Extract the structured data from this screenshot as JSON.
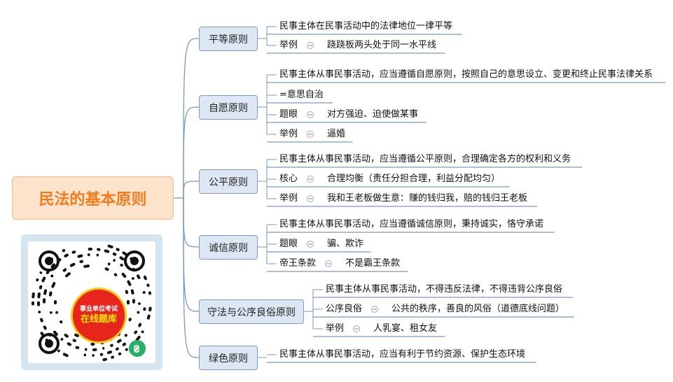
{
  "root": {
    "title": "民法的基本原则"
  },
  "branches": [
    {
      "topic": "平等原则",
      "items": [
        {
          "text": "民事主体在民事活动中的法律地位一律平等"
        },
        {
          "label": "举例",
          "text": "跷跷板两头处于同一水平线"
        }
      ]
    },
    {
      "topic": "自愿原则",
      "items": [
        {
          "text": "民事主体从事民事活动，应当遵循自愿原则，按照自己的意思设立、变更和终止民事法律关系"
        },
        {
          "text": "=意思自治"
        },
        {
          "label": "题眼",
          "text": "对方强迫、迫使做某事"
        },
        {
          "label": "举例",
          "text": "逼婚"
        }
      ]
    },
    {
      "topic": "公平原则",
      "items": [
        {
          "text": "民事主体从事民事活动，应当遵循公平原则，合理确定各方的权利和义务"
        },
        {
          "label": "核心",
          "text": "合理均衡（责任分担合理，利益分配均匀）"
        },
        {
          "label": "举例",
          "text": "我和王老板做生意：赚的钱归我，赔的钱归王老板"
        }
      ]
    },
    {
      "topic": "诚信原则",
      "items": [
        {
          "text": "民事主体从事民事活动，应当遵循诚信原则，秉持诚实，恪守承诺"
        },
        {
          "label": "题眼",
          "text": "骗、欺诈"
        },
        {
          "label": "帝王条款",
          "text": "不是霸王条款"
        }
      ]
    },
    {
      "topic": "守法与公序良俗原则",
      "items": [
        {
          "text": "民事主体从事民事活动，不得违反法律，不得违背公序良俗"
        },
        {
          "label": "公序良俗",
          "text": "公共的秩序，善良的风俗（道德底线问题）"
        },
        {
          "label": "举例",
          "text": "人乳宴、租女友"
        }
      ]
    },
    {
      "topic": "绿色原则",
      "items": [
        {
          "text": "民事主体从事民事活动，应当有利于节约资源、保护生态环境"
        }
      ]
    }
  ],
  "qr": {
    "line1": "事业单位考试",
    "line2": "在线题库"
  },
  "colors": {
    "connector": "#7a99c0",
    "topic_fill": "#dde7f3",
    "root_fill": "#fde2cc",
    "root_text": "#f07c1e",
    "underline": "#5b7fad"
  }
}
